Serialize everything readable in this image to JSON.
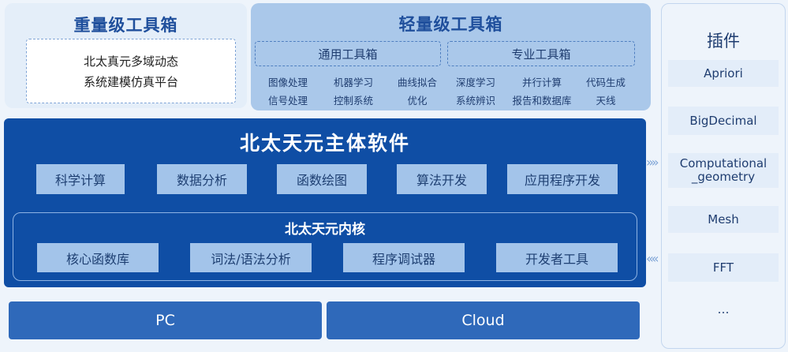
{
  "heavyweight": {
    "title": "重量级工具箱",
    "box_lines": [
      "北太真元多域动态",
      "系统建模仿真平台"
    ]
  },
  "lightweight": {
    "title": "轻量级工具箱",
    "categories": [
      "通用工具箱",
      "专业工具箱"
    ],
    "tools_row1": [
      "图像处理",
      "机器学习",
      "曲线拟合",
      "深度学习",
      "并行计算",
      "代码生成"
    ],
    "tools_row2": [
      "信号处理",
      "控制系统",
      "优化",
      "系统辨识",
      "报告和数据库",
      "天线"
    ]
  },
  "main": {
    "title": "北太天元主体软件",
    "features": [
      "科学计算",
      "数据分析",
      "函数绘图",
      "算法开发",
      "应用程序开发"
    ],
    "kernel": {
      "title": "北太天元内核",
      "features": [
        "核心函数库",
        "词法/语法分析",
        "程序调试器",
        "开发者工具"
      ]
    }
  },
  "platforms": [
    "PC",
    "Cloud"
  ],
  "plugins": {
    "title": "插件",
    "items": [
      "Apriori",
      "BigDecimal",
      "Computational",
      "_geometry",
      "Mesh",
      "FFT",
      "…"
    ]
  },
  "arrows": {
    "right": "»»",
    "left": "««"
  },
  "colors": {
    "main_block": "#0f4ea5",
    "feature_box": "#a3c4ea",
    "platform_bar": "#2f69ba",
    "title_text": "#1f4f9c"
  }
}
